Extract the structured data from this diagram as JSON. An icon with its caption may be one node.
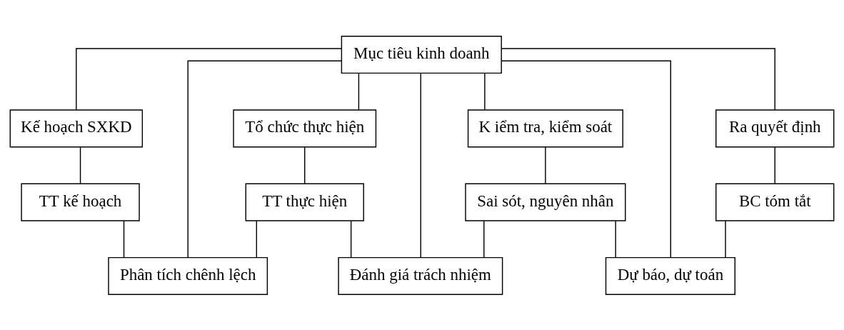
{
  "diagram": {
    "nodes": [
      {
        "text": [
          "Mục tiêu kinh doanh"
        ]
      },
      {
        "text": [
          "Kế hoạch SXKD"
        ]
      },
      {
        "text": [
          "Tổ chức thực hiện"
        ]
      },
      {
        "text": [
          "K iểm tra, kiểm soát"
        ]
      },
      {
        "text": [
          "Ra quyết định"
        ]
      },
      {
        "text": [
          "TT kế hoạch"
        ]
      },
      {
        "text": [
          "TT thực hiện"
        ]
      },
      {
        "text": [
          "Sai sót, nguyên nhân"
        ]
      },
      {
        "text": [
          "BC tóm tắt"
        ]
      },
      {
        "text": [
          "Phân tích chênh lệch"
        ]
      },
      {
        "text": [
          "Đánh giá trách nhiệm"
        ]
      },
      {
        "text": [
          "Dự báo, dự toán"
        ]
      }
    ],
    "edges": [
      {
        "from": 0,
        "to": 1,
        "arrow": "none"
      },
      {
        "from": 0,
        "to": 2,
        "arrow": "none"
      },
      {
        "from": 0,
        "to": 3,
        "arrow": "none"
      },
      {
        "from": 0,
        "to": 4,
        "arrow": "none"
      },
      {
        "from": 1,
        "to": 5,
        "arrow": "none"
      },
      {
        "from": 2,
        "to": 6,
        "arrow": "none"
      },
      {
        "from": 3,
        "to": 7,
        "arrow": "none"
      },
      {
        "from": 4,
        "to": 8,
        "arrow": "none"
      },
      {
        "from": 5,
        "to": 9,
        "arrow": "none"
      },
      {
        "from": 6,
        "to": 9,
        "arrow": "none"
      },
      {
        "from": 6,
        "to": 10,
        "arrow": "none"
      },
      {
        "from": 7,
        "to": 10,
        "arrow": "none"
      },
      {
        "from": 7,
        "to": 11,
        "arrow": "none"
      },
      {
        "from": 8,
        "to": 11,
        "arrow": "none"
      },
      {
        "from": 0,
        "to": 9,
        "arrow": "none"
      },
      {
        "from": 0,
        "to": 10,
        "arrow": "none"
      },
      {
        "from": 0,
        "to": 11,
        "arrow": "none"
      }
    ]
  }
}
